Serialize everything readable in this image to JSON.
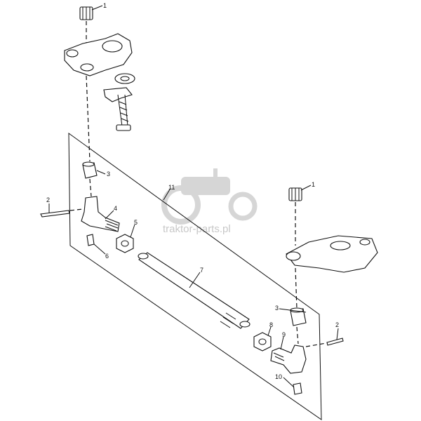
{
  "watermark": {
    "text": "traktor-parts.pl"
  },
  "callouts": [
    {
      "id": "1-top",
      "text": "1"
    },
    {
      "id": "1-right",
      "text": "1"
    },
    {
      "id": "2-left",
      "text": "2"
    },
    {
      "id": "2-right",
      "text": "2"
    },
    {
      "id": "3-left",
      "text": "3"
    },
    {
      "id": "3-right",
      "text": "3"
    },
    {
      "id": "4",
      "text": "4"
    },
    {
      "id": "5",
      "text": "5"
    },
    {
      "id": "6",
      "text": "6"
    },
    {
      "id": "7",
      "text": "7"
    },
    {
      "id": "8",
      "text": "8"
    },
    {
      "id": "9",
      "text": "9"
    },
    {
      "id": "10",
      "text": "10"
    },
    {
      "id": "11",
      "text": "11"
    }
  ]
}
